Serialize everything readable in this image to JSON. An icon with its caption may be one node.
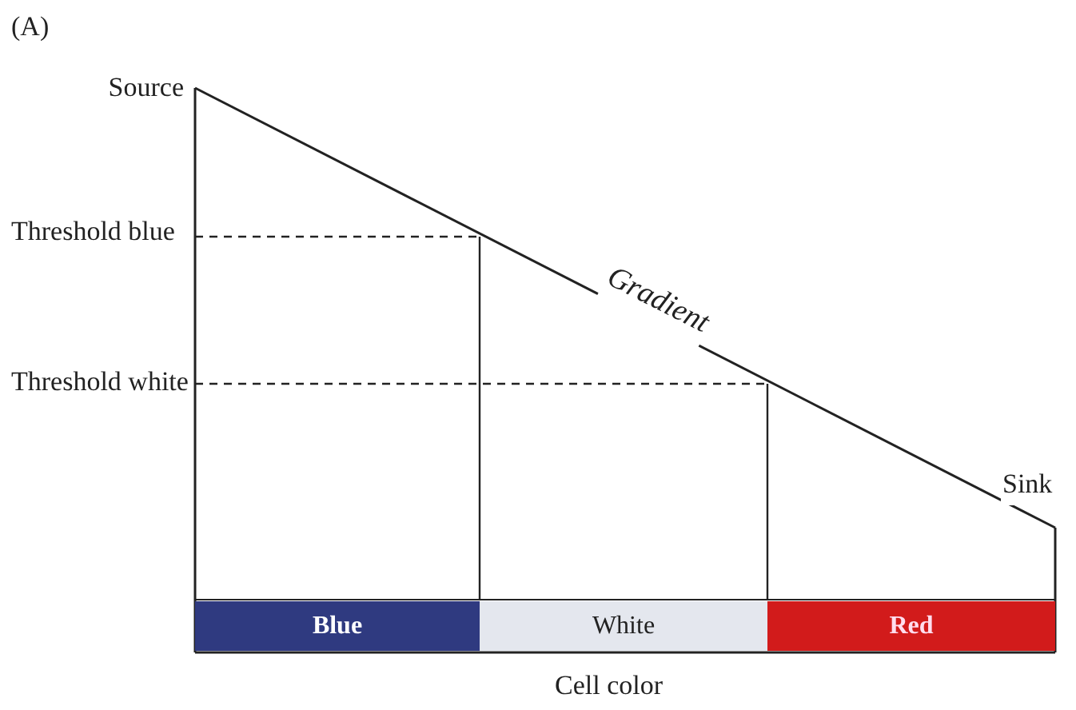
{
  "diagram": {
    "nodes": [
      {
        "text": [
          "Blue"
        ]
      },
      {
        "text": [
          "White"
        ]
      },
      {
        "text": [
          "Red"
        ]
      }
    ],
    "labels": [
      "(A)",
      "Source",
      "Threshold blue",
      "Threshold white",
      "Gradient",
      "Sink",
      "Cell color"
    ]
  }
}
